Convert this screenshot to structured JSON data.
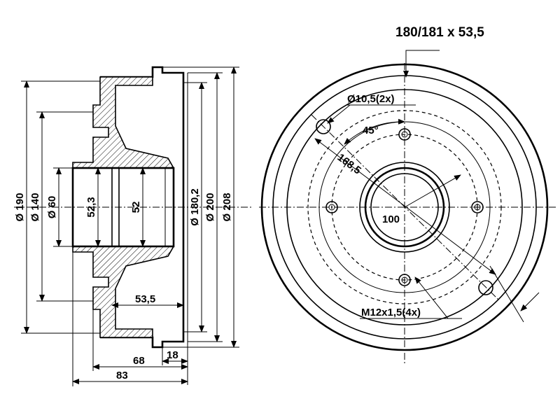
{
  "title": "180/181 x 53,5",
  "side_view": {
    "diameters": [
      "Ø 190",
      "Ø 140",
      "Ø 60",
      "Ø 180,2",
      "Ø 200",
      "Ø 208"
    ],
    "inner": [
      "52,3",
      "52"
    ],
    "lengths": [
      "53,5",
      "18",
      "68",
      "83"
    ]
  },
  "front_view": {
    "bolt_hole": "Ø10,5(2x)",
    "angle": "45°",
    "pcd": "168,5",
    "center_bore": "100",
    "thread": "M12x1,5(4x)"
  }
}
